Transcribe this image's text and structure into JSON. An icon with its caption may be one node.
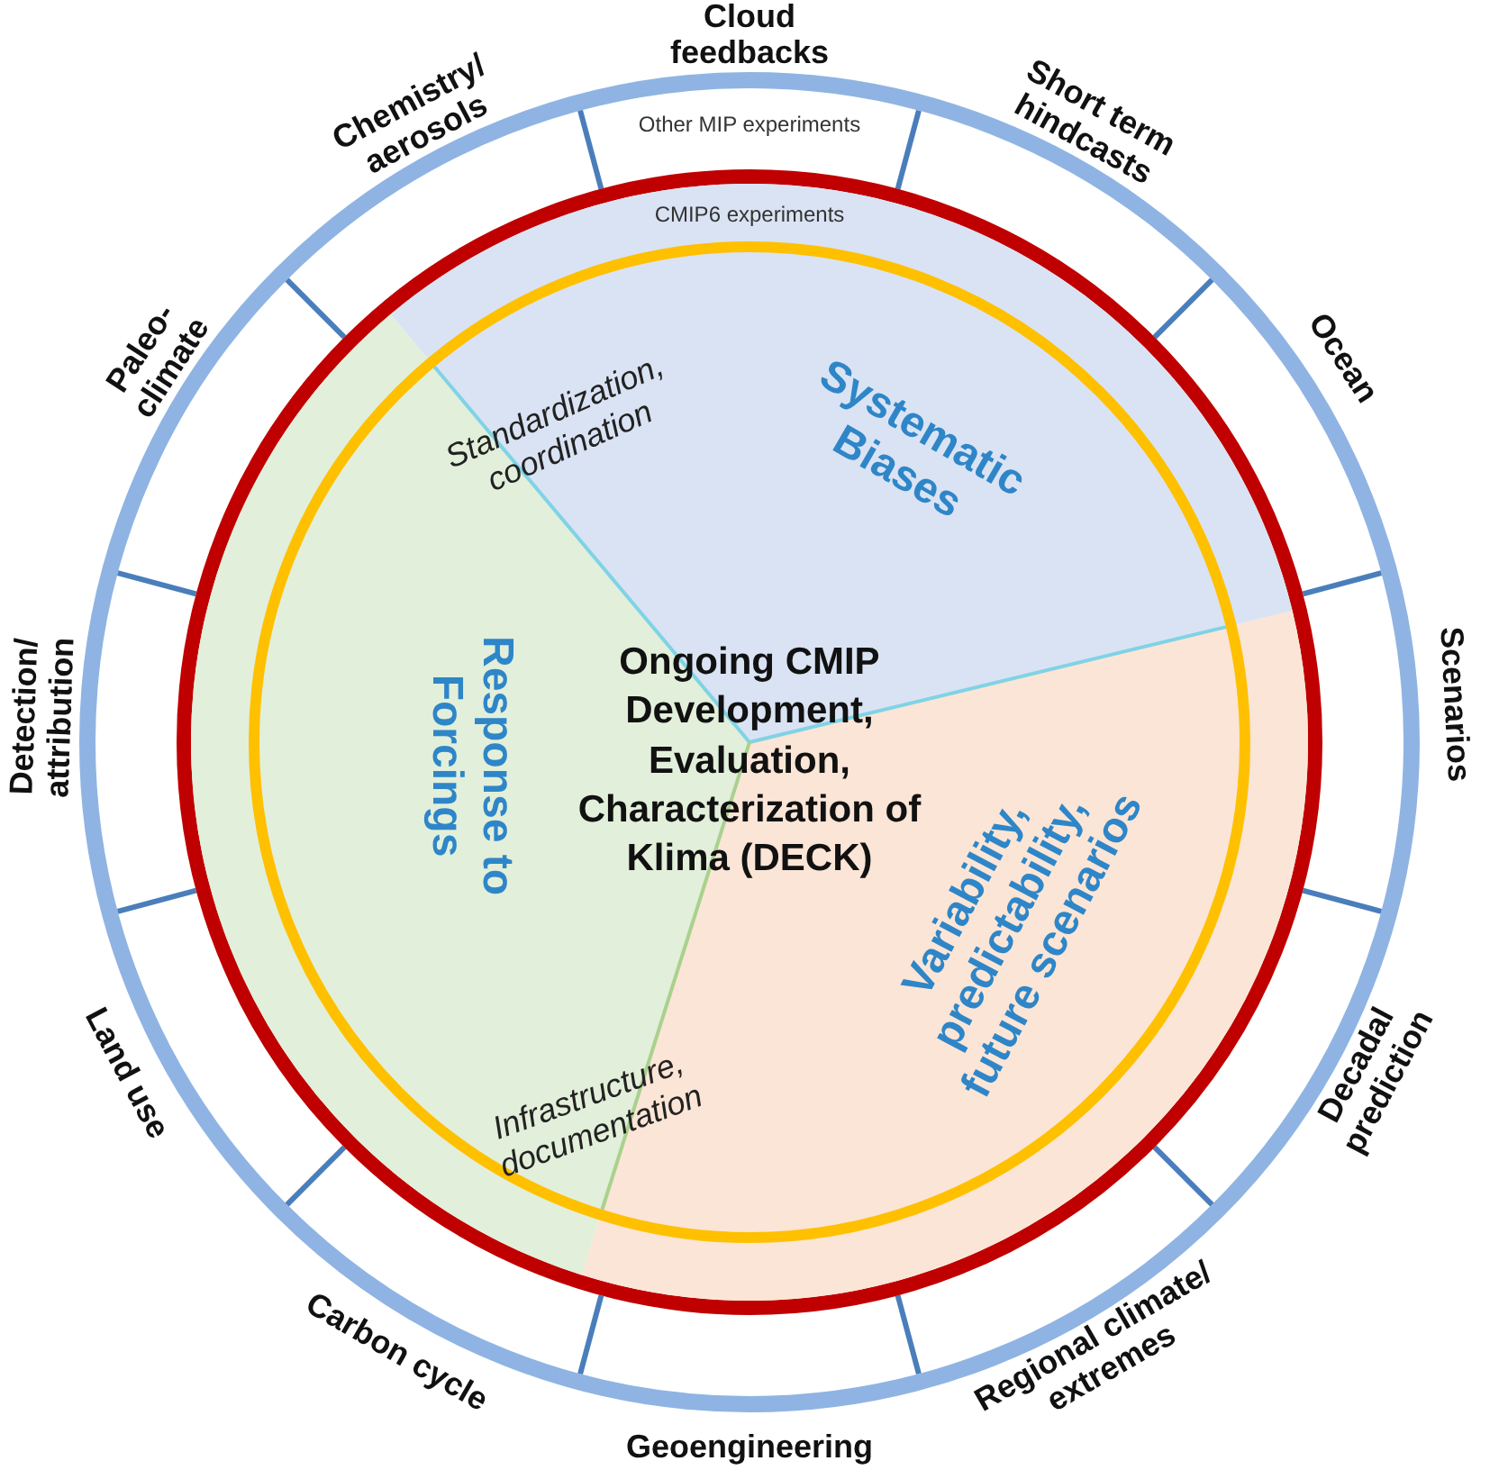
{
  "diagram": {
    "nodes": [
      {
        "text": [
          "Other MIP experiments"
        ]
      },
      {
        "text": [
          "CMIP6 experiments"
        ],
        "in": 0
      },
      {
        "text": [
          "Ongoing CMIP Development, Evaluation, Characterization of Klima (DECK)"
        ],
        "in": 1
      }
    ],
    "labels": [
      "Cloud feedbacks",
      "Short term hindcasts",
      "Ocean",
      "Scenarios",
      "Decadal prediction",
      "Regional climate/ extremes",
      "Geoengineering",
      "Carbon cycle",
      "Land use",
      "Detection/ attribution",
      "Paleo- climate",
      "Chemistry/ aerosols",
      "Standardization, coordination",
      "Systematic Biases",
      "Response to Forcings",
      "Variability, predictability, future scenarios",
      "Infrastructure, documentation"
    ]
  }
}
